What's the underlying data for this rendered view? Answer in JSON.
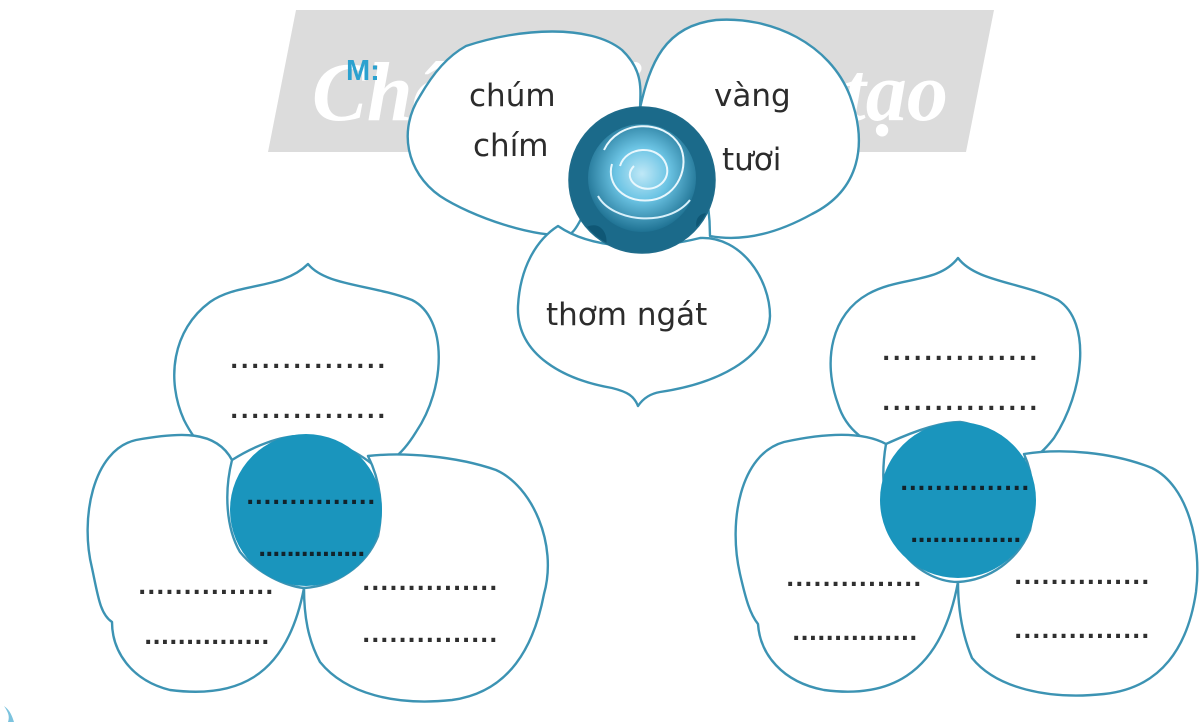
{
  "watermark": {
    "text": "Chân trời sáng tạo"
  },
  "example": {
    "label": "M:",
    "petal_top_left": {
      "line1": "chúm",
      "line2": "chím"
    },
    "petal_top_right": {
      "line1": "vàng",
      "line2": "tươi"
    },
    "petal_bottom": {
      "line1": "thơm ngát"
    },
    "center": {
      "image": "blue rose"
    }
  },
  "blank": "...............",
  "flowers_to_fill": [
    {
      "name": "left-flower",
      "petals": 3,
      "blank_lines": 8
    },
    {
      "name": "right-flower",
      "petals": 3,
      "blank_lines": 8
    }
  ],
  "colors": {
    "outline": "#3c93b3",
    "center_fill": "#1a95bd",
    "label": "#2ba1cf",
    "watermark_bg": "#dcdcdc",
    "watermark_text": "#ffffff"
  },
  "icons": {
    "center_example": "rose-icon"
  }
}
